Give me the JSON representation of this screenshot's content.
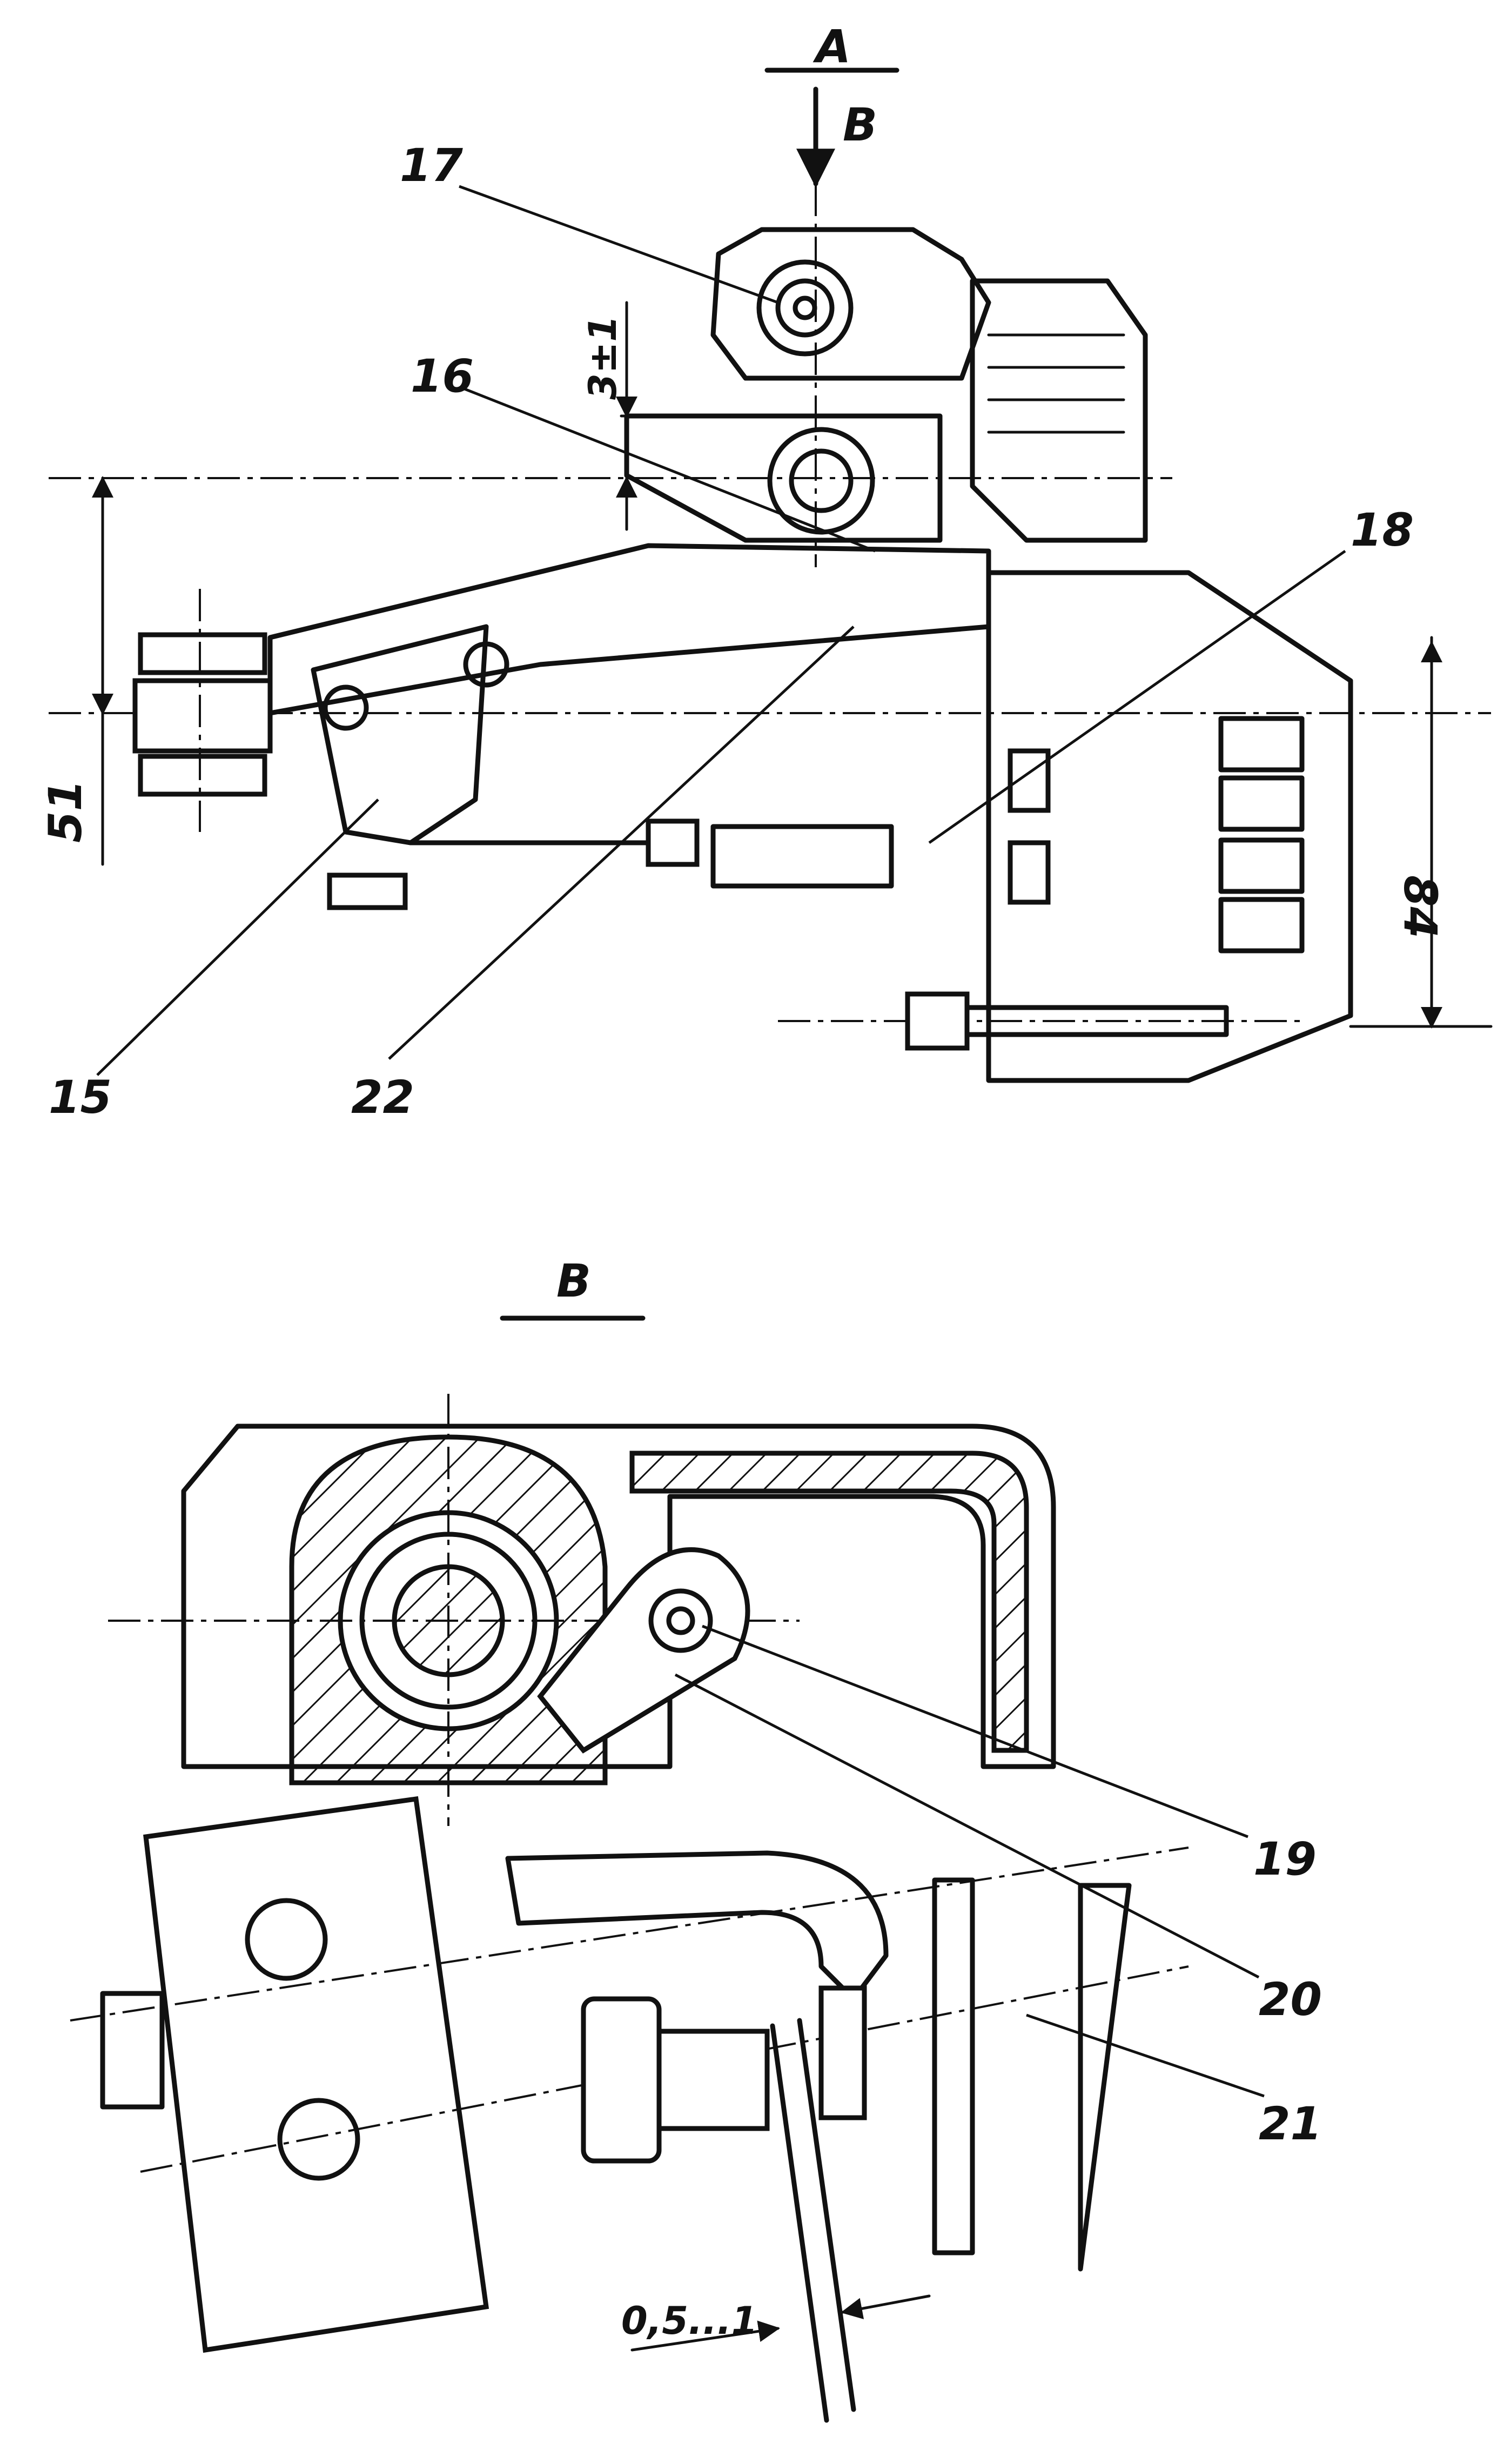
{
  "view_a": {
    "title": "A",
    "arrow_label": "B",
    "dim_gap": "3±1",
    "dim_left": "51",
    "dim_right": "84",
    "callouts": [
      "17",
      "16",
      "18",
      "15",
      "22"
    ]
  },
  "view_b": {
    "title": "B",
    "dim_gap": "0,5...1",
    "callouts": [
      "19",
      "20",
      "21"
    ]
  }
}
